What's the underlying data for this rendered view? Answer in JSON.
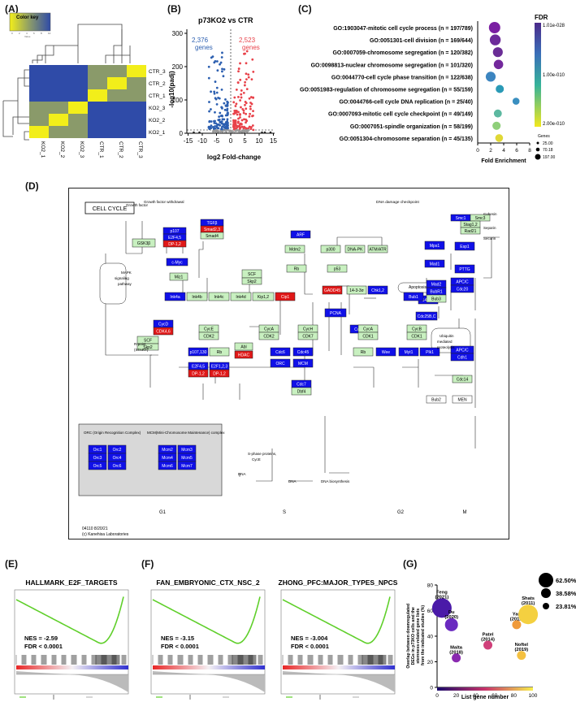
{
  "panels": {
    "A": "(A)",
    "B": "(B)",
    "C": "(C)",
    "D": "(D)",
    "E": "(E)",
    "F": "(F)",
    "G": "(G)"
  },
  "heatmap": {
    "key_title": "Color key",
    "key_ticks": [
      "0",
      "2",
      "4",
      "6",
      "8",
      "10"
    ],
    "key_sublabel": "Value",
    "row_labels": [
      "CTR_3",
      "CTR_2",
      "CTR_1",
      "KO2_3",
      "KO2_2",
      "KO2_1"
    ],
    "col_labels": [
      "KO2_1",
      "KO2_2",
      "KO2_3",
      "CTR_1",
      "CTR_2",
      "CTR_3"
    ],
    "colors": {
      "low": "#2f4ba8",
      "mid": "#8a9a6a",
      "high": "#f2ee1a"
    }
  },
  "volcano": {
    "title": "p73KO2 vs CTR",
    "down_label": "2,376",
    "down_unit": "genes",
    "up_label": "2,523",
    "up_unit": "genes",
    "xlabel": "log2 Fold-change",
    "ylabel": "-log10(padj)",
    "x_ticks": [
      "-15",
      "-10",
      "-5",
      "0",
      "5",
      "10",
      "15"
    ],
    "y_ticks": [
      "0",
      "100",
      "200",
      "300"
    ],
    "colors": {
      "down": "#2c5fb0",
      "up": "#e8424a",
      "ns": "#999999"
    }
  },
  "chart_data": {
    "type": "scatter",
    "title": "",
    "xlabel": "Fold Enrichment",
    "ylabel": "",
    "xlim": [
      0,
      8
    ],
    "x_ticks": [
      "0",
      "2",
      "4",
      "6",
      "8"
    ],
    "categories": [
      "GO:1903047-mitotic cell cycle process (n = 197/789)",
      "GO:0051301-cell division (n = 169/644)",
      "GO:0007059-chromosome segregation (n = 120/382)",
      "GO:0098813-nuclear chromosome segregation (n = 101/320)",
      "GO:0044770-cell cycle phase transition (n = 122/638)",
      "GO:0051983-regulation of chromosome segregation (n = 55/159)",
      "GO:0044766-cell cycle DNA replication (n = 25/40)",
      "GO:0007093-mitotic cell cycle checkpoint (n = 49/149)",
      "GO:0007051-spindle organization (n = 58/199)",
      "GO:0051304-chromosome separation (n = 45/135)"
    ],
    "x": [
      2.6,
      2.7,
      3.1,
      3.2,
      2.0,
      3.4,
      5.9,
      3.1,
      2.9,
      3.3
    ],
    "fdr_colors": [
      "#7a1fa2",
      "#6c2a9a",
      "#6a2d96",
      "#73289c",
      "#3c85c0",
      "#2a9ab6",
      "#3a8fc0",
      "#5cb8a0",
      "#8fcf7a",
      "#e0d836"
    ],
    "sizes": [
      197,
      169,
      120,
      101,
      122,
      55,
      25,
      49,
      58,
      45
    ],
    "legend": {
      "fdr_title": "FDR",
      "fdr_ticks": [
        "1.01e-028",
        "1.00e-010",
        "2.00e-010"
      ],
      "size_title": "Genes",
      "size_ticks": [
        "25.00",
        "70.18",
        "197.00"
      ]
    }
  },
  "kegg": {
    "title": "CELL CYCLE",
    "phases": [
      "G1",
      "S",
      "G2",
      "M"
    ],
    "footer1": "04110 8/20/21",
    "footer2": "(c) Kanehisa Laboratories",
    "labels": {
      "growth_factor": "Growth factor",
      "growth_withdrawal": "Growth factor withdrawal",
      "mapk": "MAPK signaling pathway",
      "dna_damage": "DNA damage checkpoint",
      "apoptosis": "Apoptosis",
      "ubiquitin": "Ubiquitin mediated proteolysis",
      "rpoint": "R-point (START)",
      "s_phase": "S-phase proteins, CycE",
      "dna1": "DNA",
      "dna2": "DNA",
      "dna_bio": "DNA biosynthesis",
      "cohesin": "Cohesin",
      "separin": "Separin",
      "securin": "Securin",
      "orc_title": "ORC (Origin Recognition Complex)",
      "mcm_title": "MCM(Mini-Chromosome Maintenance) complex"
    }
  },
  "gsea": [
    {
      "title": "HALLMARK_E2F_TARGETS",
      "nes": "NES = -2.59",
      "fdr": "FDR < 0.0001"
    },
    {
      "title": "FAN_EMBRYONIC_CTX_NSC_2",
      "nes": "NES = -3.15",
      "fdr": "FDR < 0.0001"
    },
    {
      "title": "ZHONG_PFC:MAJOR_TYPES_NPCS",
      "nes": "NES = -3.004",
      "fdr": "FDR < 0.0001"
    }
  ],
  "overlap": {
    "ylabel": "Overlap between downregulated DEGs in p73KO cells and the stemness-related gene lists from the indicated studies (%)",
    "xlabel": "List gene number",
    "x_ticks": [
      "0",
      "20",
      "40",
      "60",
      "80",
      "100"
    ],
    "y_ticks": [
      "0",
      "20",
      "40",
      "60",
      "80"
    ],
    "points": [
      {
        "name": "Feng",
        "year": "(2021)",
        "x": 5,
        "y": 62,
        "size": 3,
        "color": "#4a1aa8"
      },
      {
        "name": "Du",
        "year": "(2020)",
        "x": 15,
        "y": 49,
        "size": 2,
        "color": "#6a2ac0"
      },
      {
        "name": "Malta",
        "year": "(2018)",
        "x": 20,
        "y": 23,
        "size": 1,
        "color": "#8a2ab0"
      },
      {
        "name": "Patel",
        "year": "(2014)",
        "x": 53,
        "y": 33,
        "size": 1,
        "color": "#d0407a"
      },
      {
        "name": "Yan",
        "year": "(2011)",
        "x": 83,
        "y": 49,
        "size": 1,
        "color": "#f09a3a"
      },
      {
        "name": "Shats",
        "year": "(2011)",
        "x": 95,
        "y": 57,
        "size": 3,
        "color": "#f4d040"
      },
      {
        "name": "Noftel",
        "year": "(2019)",
        "x": 88,
        "y": 25,
        "size": 1,
        "color": "#f4c040"
      }
    ],
    "size_legend": [
      "62.50%",
      "38.58%",
      "23.81%"
    ]
  }
}
